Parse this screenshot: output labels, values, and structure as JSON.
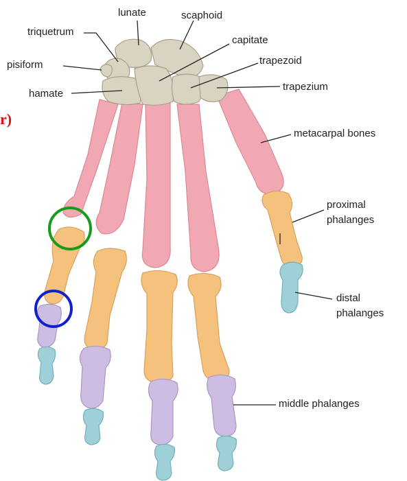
{
  "colors": {
    "carpal": "#d9d3c2",
    "metacarpal": "#f2a8b3",
    "proximal": "#f4c27c",
    "middle": "#cdbde3",
    "distal": "#9fd0d8",
    "green_circle": "#1a9a1a",
    "blue_circle": "#1020d0",
    "fragment_text": "#e01010"
  },
  "fragment": "r)",
  "labels": {
    "lunate": "lunate",
    "scaphoid": "scaphoid",
    "triquetrum": "triquetrum",
    "capitate": "capitate",
    "pisiform": "pisiform",
    "trapezoid": "trapezoid",
    "hamate": "hamate",
    "trapezium": "trapezium",
    "metacarpal": "metacarpal bones",
    "proximal_1": "proximal",
    "proximal_2": "phalanges",
    "distal_1": "distal",
    "distal_2": "phalanges",
    "middle": "middle phalanges"
  }
}
